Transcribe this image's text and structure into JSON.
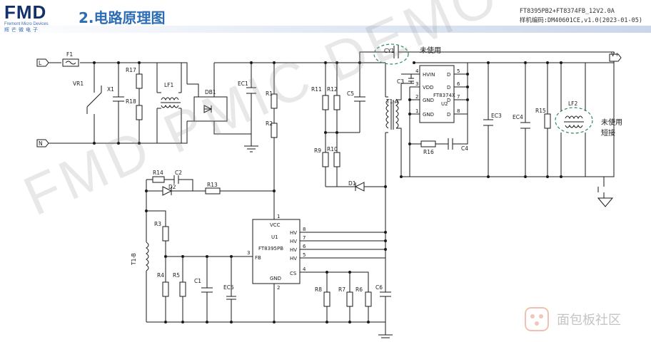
{
  "header": {
    "logo_text": "FMD",
    "logo_sub": "Fremont Micro Devices",
    "logo_cn": "辉芒微电子",
    "title": "2.电路原理图",
    "line1": "FT8395PB2+FT8374FB_12V2.0A",
    "line2": "样机编码:DM40601CE,v1.0(2023-01-05)"
  },
  "watermark": "FMD PMIC DEMO",
  "corner_watermark": "面包板社区",
  "terminals": {
    "L": "L",
    "N": "N",
    "Vplus": "V+"
  },
  "labels": {
    "F1": "F1",
    "VR1": "VR1",
    "X1": "X1",
    "R17": "R17",
    "R18": "R18",
    "LF1": "LF1",
    "DB1": "DB1",
    "EC1": "EC1",
    "R1": "R1",
    "R2": "R2",
    "R11": "R11",
    "R12": "R12",
    "C5": "C5",
    "R9": "R9",
    "R10": "R10",
    "D1": "D1",
    "T1A": "T1-A",
    "T1B": "T1-B",
    "CY1": "CY1",
    "C3": "C3",
    "U2": "U2",
    "U2_part": "FT8374X",
    "EC3": "EC3",
    "EC4": "EC4",
    "R15": "R15",
    "LF2": "LF2",
    "R16": "R16",
    "C4": "C4",
    "R14": "R14",
    "C2": "C2",
    "D2": "D2",
    "R13": "R13",
    "R3": "R3",
    "R4": "R4",
    "R5": "R5",
    "C1": "C1",
    "EC5": "EC5",
    "U1": "U1",
    "U1_part": "FT8395PB",
    "R8": "R8",
    "R7": "R7",
    "R6": "R6",
    "C6": "C6"
  },
  "u1_pins": {
    "vcc": "VCC",
    "hv1": "HV",
    "hv2": "HV",
    "hv3": "HV",
    "hv4": "HV",
    "fb": "FB",
    "gnd": "GND",
    "cs": "CS",
    "n_vcc": "1",
    "n_hv1": "8",
    "n_hv2": "7",
    "n_hv3": "6",
    "n_hv4": "5",
    "n_fb": "3",
    "n_gnd": "2",
    "n_cs": "4"
  },
  "u2_pins": {
    "hvin": "HVIN",
    "vdd": "VDD",
    "gnd1": "GND",
    "gnd2": "GND",
    "d1": "D",
    "d2": "D",
    "d3": "D",
    "d4": "D",
    "n_hvin": "4",
    "n_vdd": "3",
    "n_gnd1": "2",
    "n_gnd2": "1",
    "n_d1": "5",
    "n_d2": "6",
    "n_d3": "7",
    "n_d4": "8"
  },
  "notes": {
    "cy1_unused": "未使用",
    "lf2_unused": "未使用",
    "lf2_short": "短接"
  },
  "colors": {
    "wire": "#1a1a1a",
    "title": "#2d6db5",
    "logo": "#12306b",
    "note_circle": "#2e8b57"
  }
}
